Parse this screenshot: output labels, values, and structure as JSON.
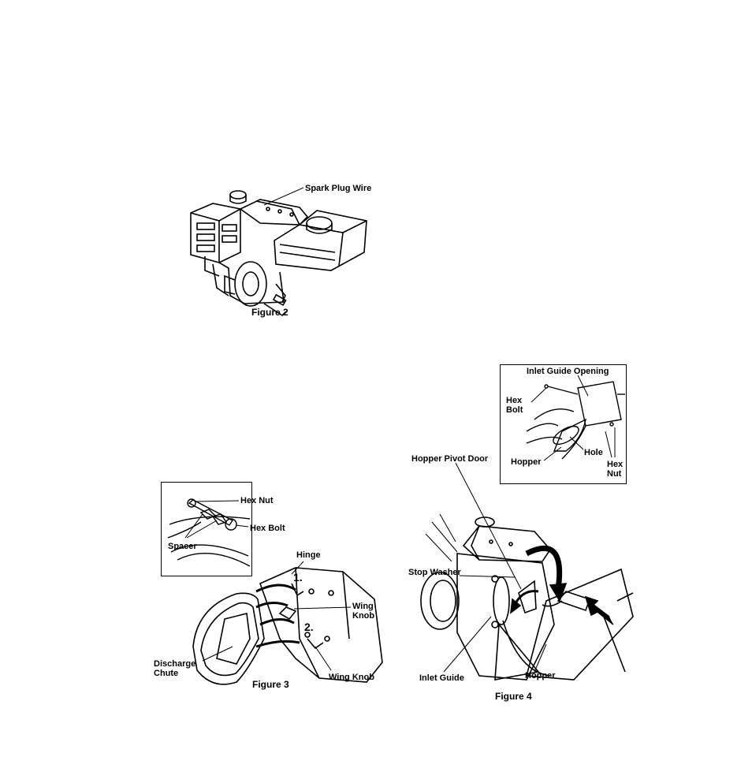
{
  "figure2": {
    "caption": "Figure 2",
    "labels": {
      "spark_plug_wire": "Spark Plug Wire"
    }
  },
  "figure3": {
    "caption": "Figure 3",
    "labels": {
      "hex_nut": "Hex Nut",
      "hex_bolt": "Hex Bolt",
      "spacer": "Spacer",
      "hinge": "Hinge",
      "wing_knob_1": "Wing Knob",
      "wing_knob_2": "Wing Knob",
      "discharge_chute": "Discharge Chute",
      "step_1": "1.",
      "step_2": "2."
    }
  },
  "figure4": {
    "caption": "Figure 4",
    "labels": {
      "inlet_guide_opening": "Inlet Guide Opening",
      "hex_bolt": "Hex Bolt",
      "hopper_inset": "Hopper",
      "hole": "Hole",
      "hex_nut": "Hex Nut",
      "hopper_pivot_door": "Hopper Pivot Door",
      "stop_washer": "Stop Washer",
      "inlet_guide": "Inlet Guide",
      "hopper": "Hopper"
    }
  }
}
